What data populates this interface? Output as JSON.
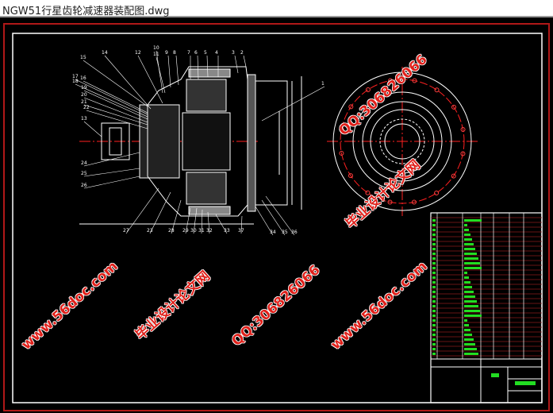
{
  "window": {
    "title": "NGW51行星齿轮减速器装配图.dwg"
  },
  "drawing": {
    "colors": {
      "background": "#000000",
      "frame": "#ffffff",
      "outer_border": "#b01818",
      "center_line": "#ff2020",
      "hatch": "#c8c8c8",
      "title_block_text": "#22dd22",
      "watermark": "#e0201a"
    },
    "callouts": [
      "1",
      "2",
      "3",
      "4",
      "5",
      "6",
      "7",
      "8",
      "9",
      "10",
      "11",
      "12",
      "13",
      "14",
      "15",
      "16",
      "17",
      "18",
      "19",
      "20",
      "21",
      "22",
      "23",
      "24",
      "25",
      "26",
      "27",
      "28",
      "29",
      "30",
      "31",
      "32",
      "33",
      "34",
      "35",
      "36",
      "37"
    ]
  },
  "watermarks": {
    "site": "www.56doc.com",
    "qq": "QQ:306826066",
    "name": "毕业设计论文网"
  }
}
